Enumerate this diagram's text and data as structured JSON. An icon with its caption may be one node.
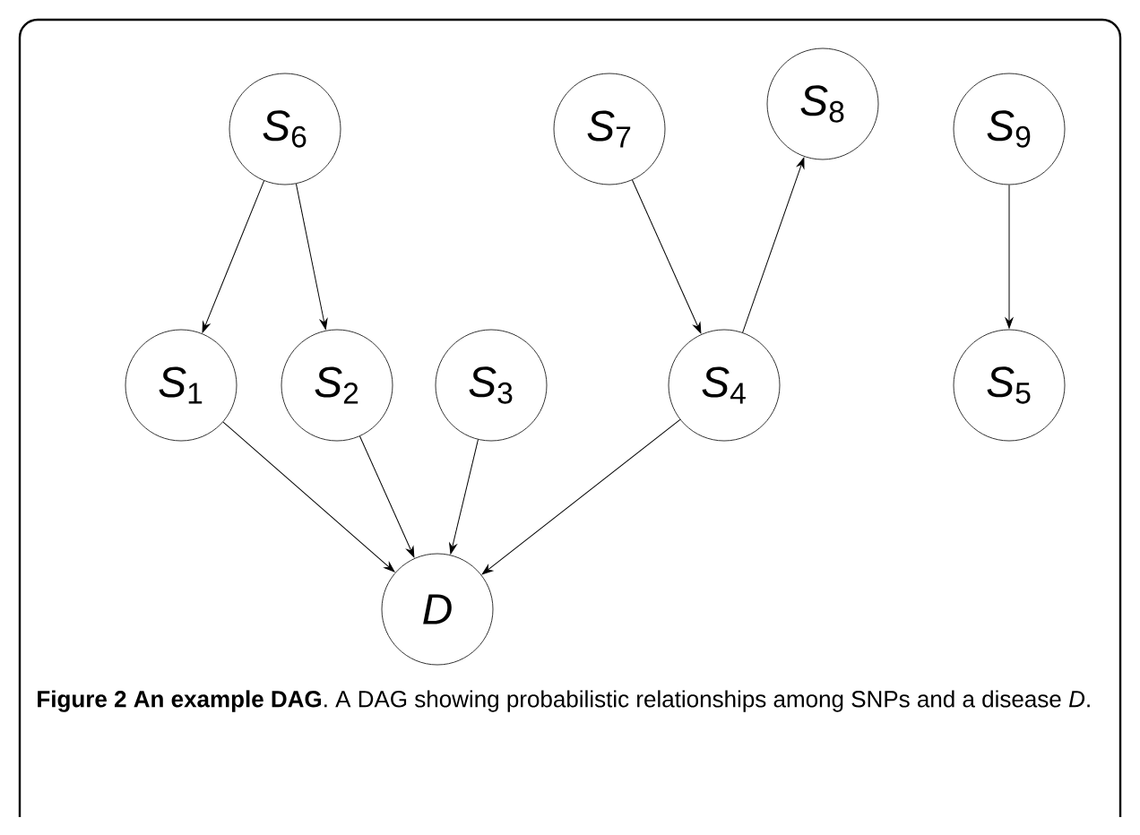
{
  "diagram": {
    "caption": "**Figure 2 An example DAG**. A DAG showing probabilistic relationships among SNPs and a disease *D*.",
    "nodes": [
      {
        "text": [
          "*S*$_{6}$"
        ]
      },
      {
        "text": [
          "*S*$_{7}$"
        ]
      },
      {
        "text": [
          "*S*$_{8}$"
        ]
      },
      {
        "text": [
          "*S*$_{9}$"
        ]
      },
      {
        "text": [
          "*S*$_{1}$"
        ]
      },
      {
        "text": [
          "*S*$_{2}$"
        ]
      },
      {
        "text": [
          "*S*$_{3}$"
        ]
      },
      {
        "text": [
          "*S*$_{4}$"
        ]
      },
      {
        "text": [
          "*S*$_{5}$"
        ]
      },
      {
        "text": [
          "D"
        ]
      }
    ],
    "edges": [
      {
        "from": 0,
        "to": 4,
        "arrow": "to"
      },
      {
        "from": 0,
        "to": 5,
        "arrow": "to"
      },
      {
        "from": 1,
        "to": 7,
        "arrow": "to"
      },
      {
        "from": 7,
        "to": 2,
        "arrow": "to"
      },
      {
        "from": 3,
        "to": 8,
        "arrow": "to"
      },
      {
        "from": 4,
        "to": 9,
        "arrow": "to"
      },
      {
        "from": 5,
        "to": 9,
        "arrow": "to"
      },
      {
        "from": 6,
        "to": 9,
        "arrow": "to"
      },
      {
        "from": 7,
        "to": 9,
        "arrow": "to"
      }
    ]
  }
}
